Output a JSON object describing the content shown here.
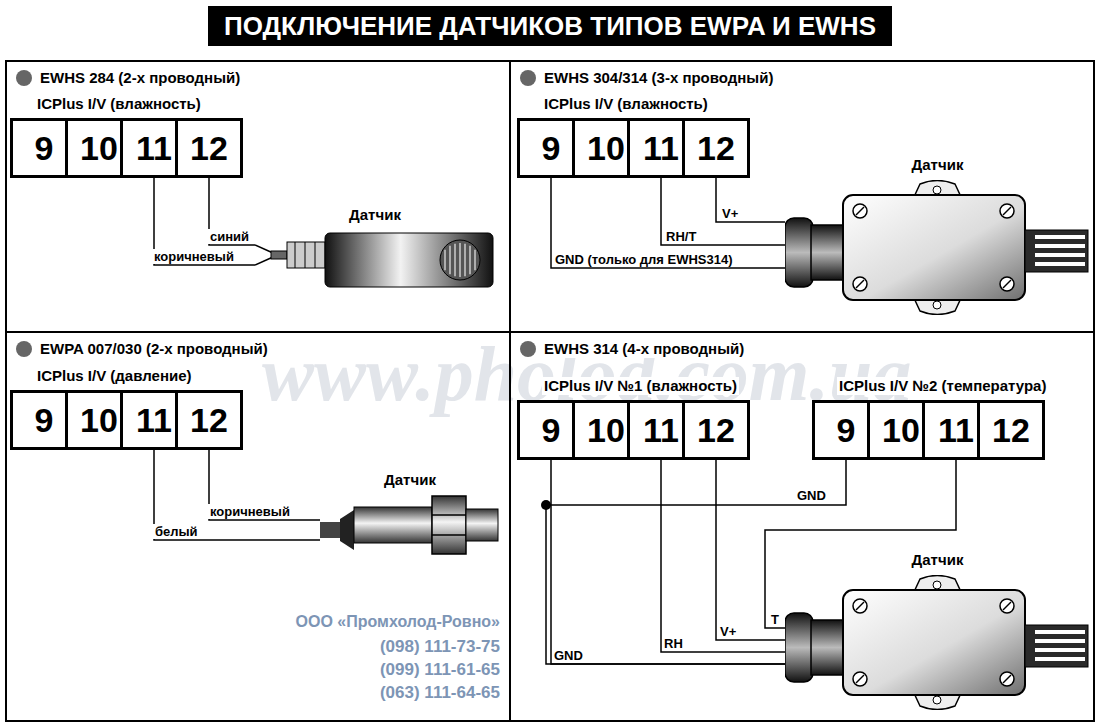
{
  "diagram": {
    "title": "ПОДКЛЮЧЕНИЕ ДАТЧИКОВ ТИПОВ EWPA И EWHS",
    "nodes": [
      {
        "text": [
          "EWHS 284 (2-х проводный)"
        ]
      },
      {
        "text": [
          "ICPlus I/V (влажность)"
        ],
        "in": 0
      },
      {
        "text": [
          "9"
        ],
        "in": 1
      },
      {
        "text": [
          "10"
        ],
        "in": 1
      },
      {
        "text": [
          "11"
        ],
        "in": 1
      },
      {
        "text": [
          "12"
        ],
        "in": 1
      },
      {
        "text": [
          "Датчик"
        ],
        "in": 0
      },
      {
        "text": [
          "EWHS 304/314 (3-х проводный)"
        ]
      },
      {
        "text": [
          "ICPlus I/V (влажность)"
        ],
        "in": 7
      },
      {
        "text": [
          "9"
        ],
        "in": 8
      },
      {
        "text": [
          "10"
        ],
        "in": 8
      },
      {
        "text": [
          "11"
        ],
        "in": 8
      },
      {
        "text": [
          "12"
        ],
        "in": 8
      },
      {
        "text": [
          "Датчик"
        ],
        "in": 7
      },
      {
        "text": [
          "EWPA 007/030 (2-х проводный)"
        ]
      },
      {
        "text": [
          "ICPlus I/V (давление)"
        ],
        "in": 14
      },
      {
        "text": [
          "9"
        ],
        "in": 15
      },
      {
        "text": [
          "10"
        ],
        "in": 15
      },
      {
        "text": [
          "11"
        ],
        "in": 15
      },
      {
        "text": [
          "12"
        ],
        "in": 15
      },
      {
        "text": [
          "Датчик"
        ],
        "in": 14
      },
      {
        "text": [
          "EWHS 314 (4-х проводный)"
        ]
      },
      {
        "text": [
          "ICPlus I/V №1 (влажность)"
        ],
        "in": 21
      },
      {
        "text": [
          "9"
        ],
        "in": 22
      },
      {
        "text": [
          "10"
        ],
        "in": 22
      },
      {
        "text": [
          "11"
        ],
        "in": 22
      },
      {
        "text": [
          "12"
        ],
        "in": 22
      },
      {
        "text": [
          "ICPlus I/V №2 (температура)"
        ],
        "in": 21
      },
      {
        "text": [
          "9"
        ],
        "in": 27
      },
      {
        "text": [
          "10"
        ],
        "in": 27
      },
      {
        "text": [
          "11"
        ],
        "in": 27
      },
      {
        "text": [
          "12"
        ],
        "in": 27
      },
      {
        "text": [
          "Датчик"
        ],
        "in": 21
      }
    ],
    "edges": [
      {
        "from": 4,
        "to": 6,
        "label": "коричневый",
        "arrow": "none"
      },
      {
        "from": 5,
        "to": 6,
        "label": "синий",
        "arrow": "none"
      },
      {
        "from": 12,
        "to": 13,
        "label": "V+",
        "arrow": "none"
      },
      {
        "from": 11,
        "to": 13,
        "label": "RH/T",
        "arrow": "none"
      },
      {
        "from": 9,
        "to": 13,
        "label": "GND (только для EWHS314)",
        "arrow": "none"
      },
      {
        "from": 19,
        "to": 20,
        "label": "коричневый",
        "arrow": "none"
      },
      {
        "from": 18,
        "to": 20,
        "label": "белый",
        "arrow": "none"
      },
      {
        "from": 23,
        "to": 32,
        "label": "GND",
        "arrow": "none"
      },
      {
        "from": 25,
        "to": 32,
        "label": "RH",
        "arrow": "none"
      },
      {
        "from": 26,
        "to": 32,
        "label": "V+",
        "arrow": "none"
      },
      {
        "from": 28,
        "to": 32,
        "label": "GND",
        "arrow": "none"
      },
      {
        "from": 30,
        "to": 32,
        "label": "T",
        "arrow": "none"
      }
    ],
    "labels": [
      "www.pholod.com.ua",
      "ООО «Промхолод-Ровно»",
      "(098) 111-73-75",
      "(099) 111-61-65",
      "(063) 111-64-65"
    ]
  }
}
